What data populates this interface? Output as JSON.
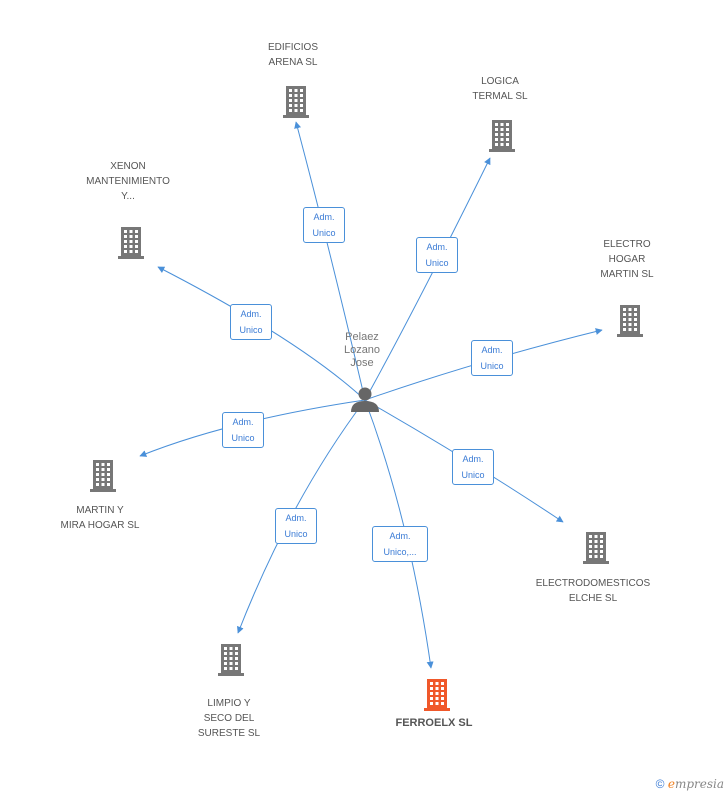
{
  "center": {
    "name": "Pelaez\nLozano\nJose",
    "icon": "person-icon"
  },
  "companies": [
    {
      "id": "edificios",
      "name": "EDIFICIOS\nARENA SL",
      "highlight": false
    },
    {
      "id": "logica",
      "name": "LOGICA\nTERMAL SL",
      "highlight": false
    },
    {
      "id": "xenon",
      "name": "XENON\nMANTENIMIENTO\nY...",
      "highlight": false
    },
    {
      "id": "electro-hogar",
      "name": "ELECTRO\nHOGAR\nMARTIN SL",
      "highlight": false
    },
    {
      "id": "martin-mira",
      "name": "MARTIN Y\nMIRA HOGAR SL",
      "highlight": false
    },
    {
      "id": "electrodomesticos",
      "name": "ELECTRODOMESTICOS\nELCHE SL",
      "highlight": false
    },
    {
      "id": "limpio",
      "name": "LIMPIO Y\nSECO DEL\nSURESTE SL",
      "highlight": false
    },
    {
      "id": "ferroelx",
      "name": "FERROELX SL",
      "highlight": true
    }
  ],
  "edges": [
    {
      "to": "edificios",
      "label": "Adm.\nUnico"
    },
    {
      "to": "logica",
      "label": "Adm.\nUnico"
    },
    {
      "to": "xenon",
      "label": "Adm.\nUnico"
    },
    {
      "to": "electro-hogar",
      "label": "Adm.\nUnico"
    },
    {
      "to": "martin-mira",
      "label": "Adm.\nUnico"
    },
    {
      "to": "electrodomesticos",
      "label": "Adm.\nUnico"
    },
    {
      "to": "limpio",
      "label": "Adm.\nUnico"
    },
    {
      "to": "ferroelx",
      "label": "Adm.\nUnico,..."
    }
  ],
  "colors": {
    "edge": "#4a90d9",
    "building": "#777777",
    "building_highlight": "#f0582a",
    "person": "#666666"
  },
  "footer": {
    "copyright_symbol": "©",
    "brand_initial": "e",
    "brand_rest": "mpresia"
  }
}
